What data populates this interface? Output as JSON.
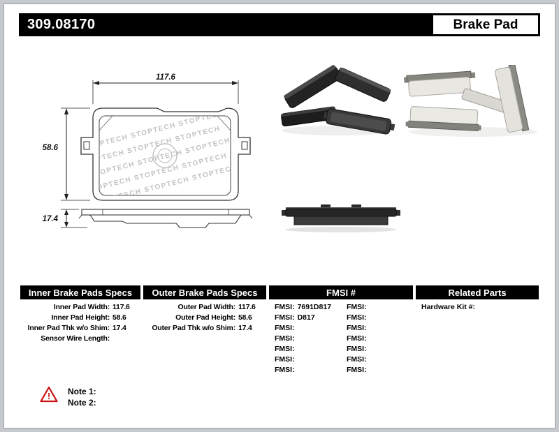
{
  "header": {
    "part_number": "309.08170",
    "product_name": "Brake Pad"
  },
  "colors": {
    "header_bg": "#000000",
    "warning_red": "#cc1111",
    "watermark_gray": "#c2c2c2"
  },
  "drawing": {
    "width_dim": "117.6",
    "height_dim": "58.6",
    "thickness_dim": "17.4",
    "watermark": "STOPTECH   STOPTECH   STOPTECH"
  },
  "specs": {
    "inner": {
      "header": "Inner Brake Pads Specs",
      "rows": [
        {
          "label": "Inner Pad Width:",
          "value": "117.6"
        },
        {
          "label": "Inner Pad Height:",
          "value": "58.6"
        },
        {
          "label": "Inner Pad Thk w/o Shim:",
          "value": "17.4"
        },
        {
          "label": "Sensor Wire Length:",
          "value": ""
        }
      ]
    },
    "outer": {
      "header": "Outer Brake Pads Specs",
      "rows": [
        {
          "label": "Outer Pad Width:",
          "value": "117.6"
        },
        {
          "label": "Outer Pad Height:",
          "value": "58.6"
        },
        {
          "label": "Outer Pad Thk w/o Shim:",
          "value": "17.4"
        }
      ]
    },
    "fmsi": {
      "header": "FMSI #",
      "rows": [
        {
          "l1": "FMSI:",
          "v1": "7691D817",
          "l2": "FMSI:",
          "v2": ""
        },
        {
          "l1": "FMSI:",
          "v1": "D817",
          "l2": "FMSI:",
          "v2": ""
        },
        {
          "l1": "FMSI:",
          "v1": "",
          "l2": "FMSI:",
          "v2": ""
        },
        {
          "l1": "FMSI:",
          "v1": "",
          "l2": "FMSI:",
          "v2": ""
        },
        {
          "l1": "FMSI:",
          "v1": "",
          "l2": "FMSI:",
          "v2": ""
        },
        {
          "l1": "FMSI:",
          "v1": "",
          "l2": "FMSI:",
          "v2": ""
        },
        {
          "l1": "FMSI:",
          "v1": "",
          "l2": "FMSI:",
          "v2": ""
        }
      ]
    },
    "related": {
      "header": "Related Parts",
      "rows": [
        {
          "label": "Hardware Kit #:",
          "value": ""
        }
      ]
    }
  },
  "notes": {
    "items": [
      {
        "label": "Note 1:"
      },
      {
        "label": "Note 2:"
      }
    ]
  }
}
